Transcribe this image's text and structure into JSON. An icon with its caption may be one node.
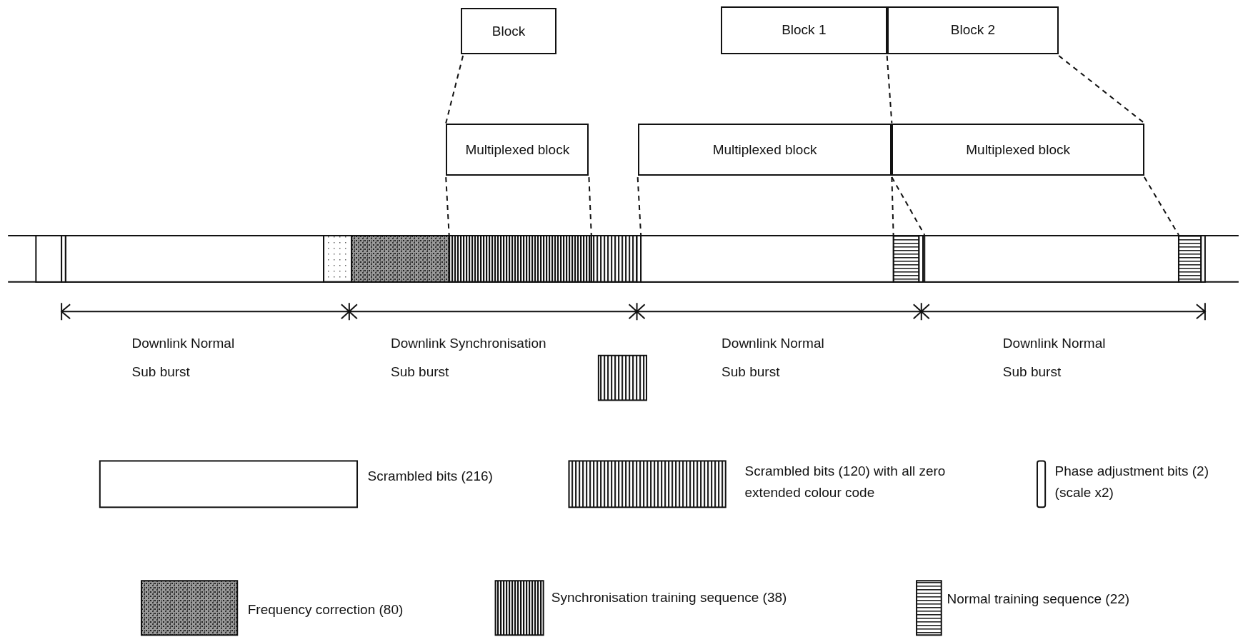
{
  "diagram": {
    "nodes": [
      {
        "text": [
          "Block"
        ]
      },
      {
        "text": [
          "Block 1"
        ]
      },
      {
        "text": [
          "Block 2"
        ]
      },
      {
        "text": [
          "Multiplexed block"
        ]
      },
      {
        "text": [
          "Multiplexed block"
        ]
      },
      {
        "text": [
          "Multiplexed block"
        ]
      },
      {
        "text": [],
        "shape": "bar"
      },
      {
        "text": [],
        "shape": "bar"
      },
      {
        "text": [],
        "shape": "bar"
      }
    ],
    "edges": [
      {
        "from": 0,
        "to": 3,
        "arrow": "none",
        "style": "dashed"
      },
      {
        "from": 1,
        "to": 4,
        "arrow": "none",
        "style": "dashed"
      },
      {
        "from": 2,
        "to": 5,
        "arrow": "none",
        "style": "dashed"
      },
      {
        "from": 3,
        "to": 6,
        "arrow": "none",
        "style": "dashed"
      },
      {
        "from": 4,
        "to": 7,
        "arrow": "none",
        "style": "dashed"
      },
      {
        "from": 5,
        "to": 8,
        "arrow": "none",
        "style": "dashed"
      }
    ],
    "labels": [
      "Downlink Normal Sub burst",
      "Downlink Synchronisation Sub burst",
      "Downlink Normal Sub burst",
      "Downlink Normal Sub burst"
    ],
    "legend": [
      {
        "text": "Scrambled bits (216)"
      },
      {
        "text": "Scrambled bits (120) with all zero extended colour code"
      },
      {
        "text": "Phase adjustment bits (2) (scale x2)"
      },
      {
        "text": "Frequency correction (80)"
      },
      {
        "text": "Synchronisation training sequence (38)"
      },
      {
        "text": "Normal training sequence (22)"
      }
    ]
  }
}
